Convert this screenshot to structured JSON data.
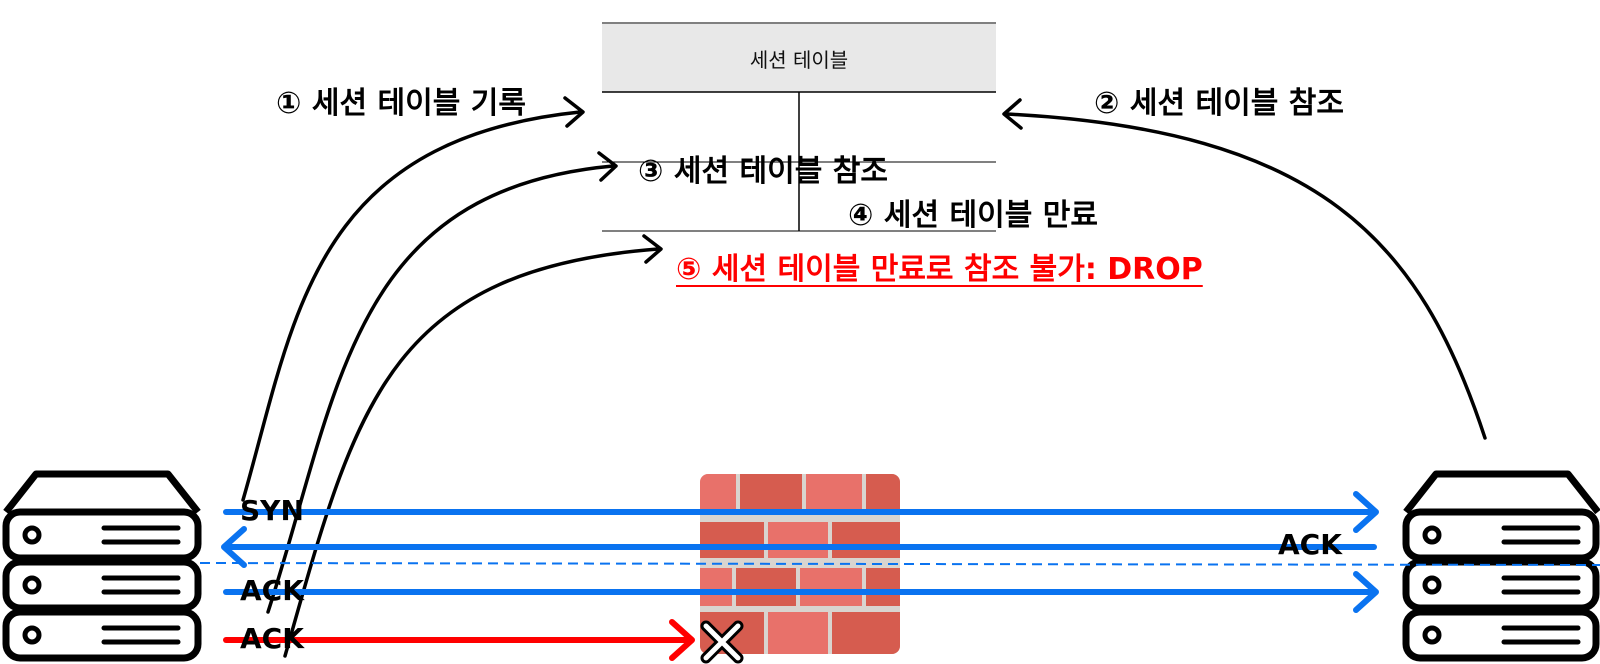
{
  "session_table": {
    "title": "세션 테이블"
  },
  "steps": {
    "s1": "① 세션 테이블 기록",
    "s2": "② 세션 테이블 참조",
    "s3": "③ 세션 테이블 참조",
    "s4": "④ 세션 테이블 만료",
    "s5": "⑤ 세션 테이블 만료로 참조 불가: DROP"
  },
  "packets": {
    "syn": "SYN",
    "ack_reply": "ACK",
    "ack_pass": "ACK",
    "ack_drop": "ACK"
  },
  "colors": {
    "flow": "#0a73f0",
    "drop": "#ff0000",
    "table_header": "#e8e8e8",
    "brick_light": "#e8716a",
    "brick_dark": "#d65c4f",
    "mortar": "#d9d4cf"
  },
  "icons": [
    "left-server-icon",
    "right-server-icon",
    "firewall-icon",
    "blocked-x-icon"
  ]
}
